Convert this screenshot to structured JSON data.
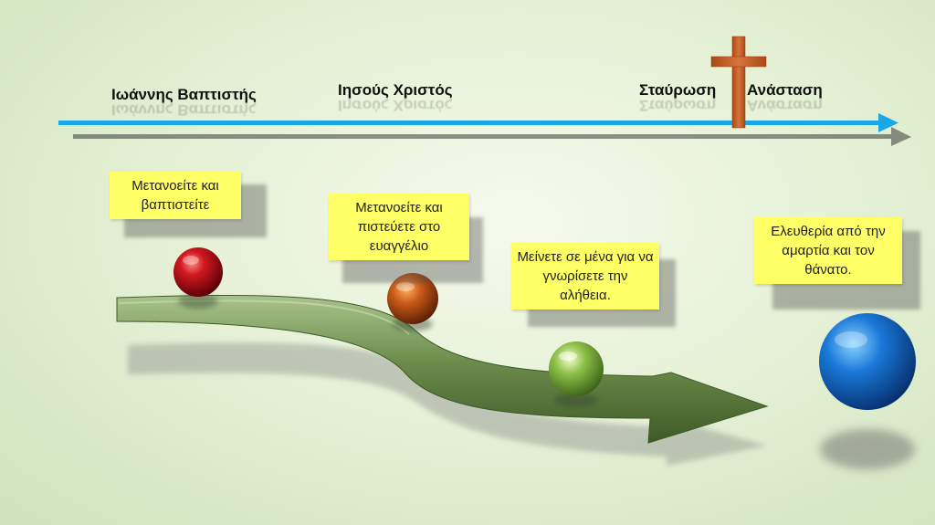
{
  "timeline": {
    "labels": {
      "john": "Ιωάννης Βαπτιστής",
      "jesus": "Ιησούς Χριστός",
      "crucifixion": "Σταύρωση",
      "resurrection": "Ανάσταση"
    }
  },
  "notes": {
    "repent_baptize": "Μετανοείτε και βαπτιστείτε",
    "repent_believe": "Μετανοείτε και πιστεύετε στο ευαγγέλιο",
    "abide": "Μείνετε σε μένα για να γνωρίσετε την αλήθεια.",
    "freedom": "Ελευθερία από την αμαρτία και τον θάνατο."
  },
  "colors": {
    "timeline_arrow": "#1aa7ea",
    "cross": "#c8642a",
    "path": "#6c8c4c",
    "note_bg": "#ffff66",
    "sphere_red": "#c0101a",
    "sphere_orange": "#c85a18",
    "sphere_green": "#8cc048",
    "sphere_blue": "#1a78d8"
  }
}
